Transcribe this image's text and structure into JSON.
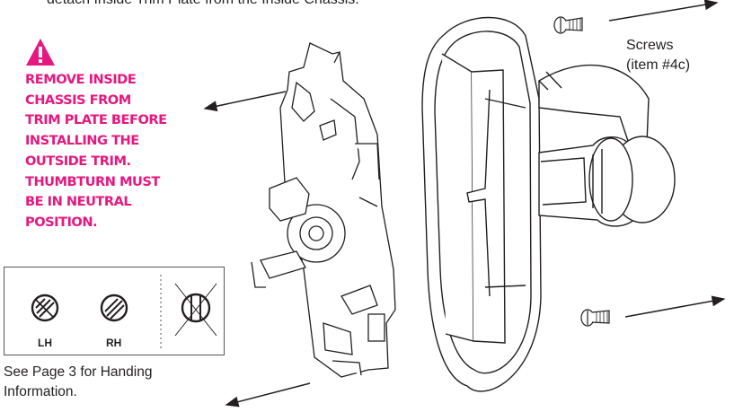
{
  "intro_text": "detach Inside Trim Plate from the Inside Chassis.",
  "warning": {
    "icon": "warning-triangle-icon",
    "color": "#e6187f",
    "lines": [
      "REMOVE INSIDE",
      "CHASSIS FROM",
      "TRIM PLATE BEFORE",
      "INSTALLING THE",
      "OUTSIDE TRIM.",
      "THUMBTURN MUST",
      "BE IN NEUTRAL",
      "POSITION."
    ]
  },
  "screws_label": {
    "line1": "Screws",
    "line2": "(item #4c)"
  },
  "handing": {
    "lh": "LH",
    "rh": "RH"
  },
  "note": {
    "line1": "See Page 3 for Handing",
    "line2": "Information."
  }
}
